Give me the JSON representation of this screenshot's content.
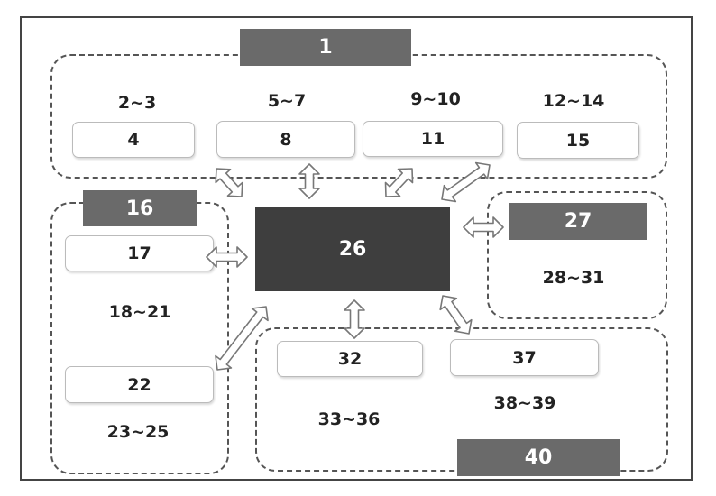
{
  "banners": {
    "top": "1",
    "left": "16",
    "right": "27",
    "bottom": "40",
    "center": "26"
  },
  "boxes": {
    "b4": "4",
    "b8": "8",
    "b11": "11",
    "b15": "15",
    "b17": "17",
    "b22": "22",
    "b32": "32",
    "b37": "37"
  },
  "labels": {
    "l2": "2~3",
    "l5": "5~7",
    "l9": "9~10",
    "l12": "12~14",
    "l18": "18~21",
    "l23": "23~25",
    "l28": "28~31",
    "l33": "33~36",
    "l38": "38~39"
  },
  "colors": {
    "banner": "#6a6a6a",
    "center": "#3e3e3e",
    "arrow_fill": "#ffffff",
    "arrow_stroke": "#777777"
  }
}
